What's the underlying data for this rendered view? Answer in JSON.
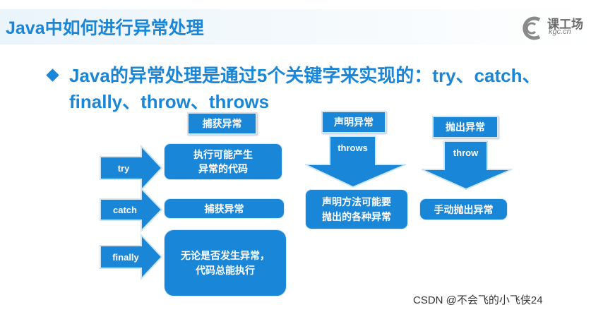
{
  "slide": {
    "title": "Java中如何进行异常处理",
    "bullet_text": "Java的异常处理是通过5个关键字来实现的：try、catch、 finally、throw、throws"
  },
  "logo": {
    "main": "课工场",
    "sub": "kgc.cn"
  },
  "headers": {
    "catch_label": "捕获异常",
    "declare_label": "声明异常",
    "throw_label": "抛出异常"
  },
  "keywords": {
    "try": "try",
    "catch": "catch",
    "finally": "finally",
    "throws": "throws",
    "throw": "throw"
  },
  "descriptions": {
    "try": "执行可能产生\n异常的代码",
    "catch": "捕获异常",
    "finally": "无论是否发生异常，\n代码总能执行",
    "throws": "声明方法可能要\n抛出的各种异常",
    "throw": "手动抛出异常"
  },
  "colors": {
    "primary": "#1a86d8",
    "arrow": "#1a86d8"
  },
  "watermark": "CSDN @不会飞的小飞侠24"
}
